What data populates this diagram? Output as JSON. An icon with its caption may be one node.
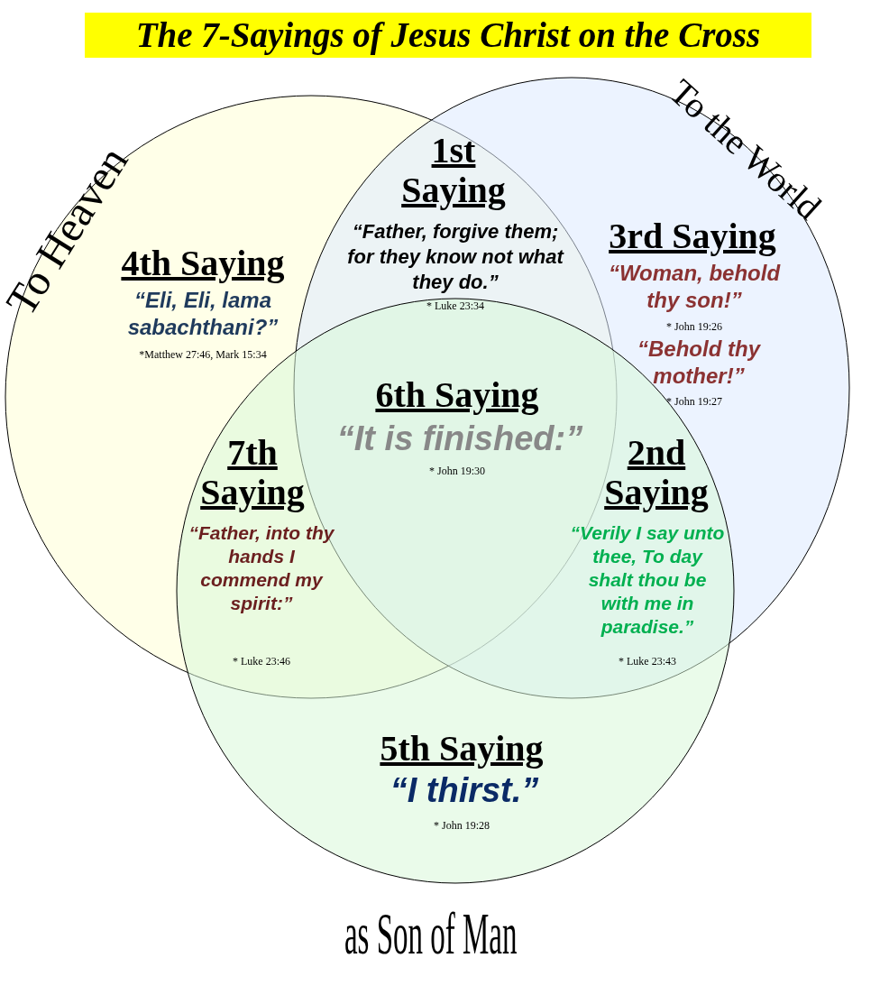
{
  "diagram": {
    "title": "The 7-Sayings of Jesus Christ on the Cross",
    "nodes": [
      {
        "text": [
          "To Heaven"
        ]
      },
      {
        "text": [
          "To the World"
        ]
      },
      {
        "text": [
          "as Son of Man"
        ]
      }
    ],
    "labels": [
      "1st Saying",
      "“Father, forgive them; for they know not what they do.”",
      "* Luke 23:34",
      "4th Saying",
      "“Eli, Eli, lama sabachthani?”",
      "*Matthew 27:46, Mark 15:34",
      "3rd Saying",
      "“Woman, behold thy son!”",
      "* John 19:26",
      "“Behold thy mother!”",
      "* John 19:27",
      "6th Saying",
      "“It is finished:”",
      "* John 19:30",
      "7th Saying",
      "“Father, into thy hands I commend my spirit:”",
      "* Luke 23:46",
      "2nd Saying",
      "“Verily I say unto thee, To day shalt thou be with me in paradise.”",
      "* Luke 23:43",
      "5th Saying",
      "“I thirst.”",
      "* John 19:28"
    ]
  }
}
